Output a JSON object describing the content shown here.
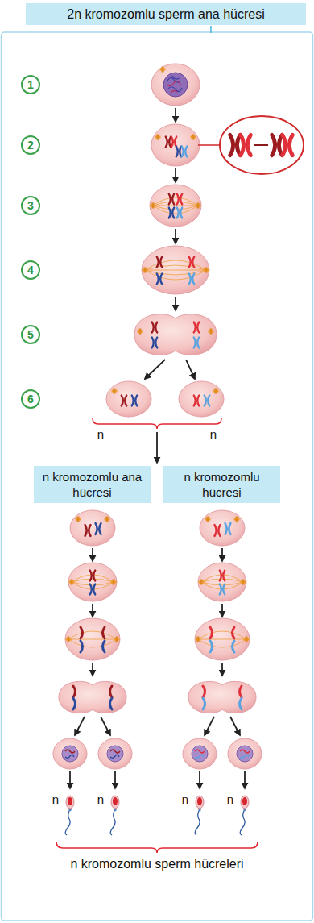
{
  "diagram": {
    "nodes": [
      {
        "text": [
          "2n kromozomlu sperm ana hücresi"
        ]
      },
      {
        "text": [
          "n kromozomlu ana hücresi"
        ]
      },
      {
        "text": [
          "n kromozomlu hücresi"
        ]
      }
    ],
    "labels": [
      "1",
      "2",
      "3",
      "4",
      "5",
      "6",
      "n",
      "n",
      "n",
      "n",
      "n",
      "n",
      "n kromozomlu sperm hücreleri"
    ]
  }
}
